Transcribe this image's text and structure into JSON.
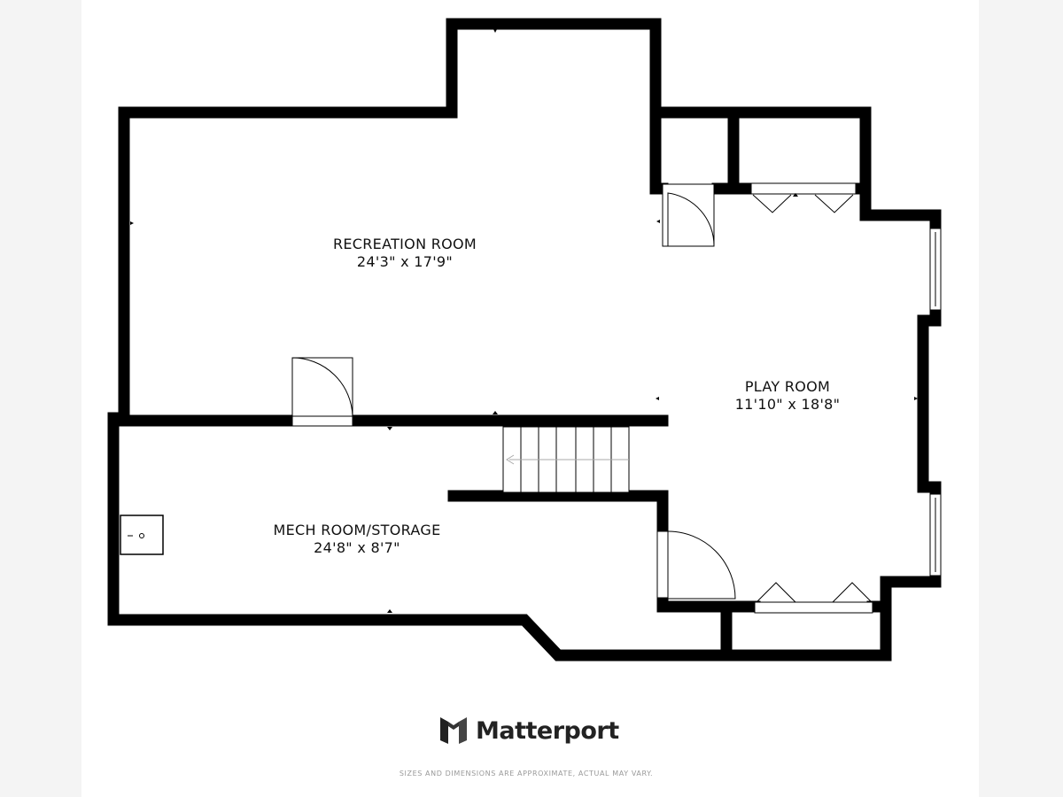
{
  "rooms": [
    {
      "name": "RECREATION ROOM",
      "dimensions": "24'3\" x 17'9\""
    },
    {
      "name": "PLAY ROOM",
      "dimensions": "11'10\" x 18'8\""
    },
    {
      "name": "MECH ROOM/STORAGE",
      "dimensions": "24'8\" x 8'7\""
    }
  ],
  "brand": {
    "name": "Matterport"
  },
  "disclaimer": "SIZES AND DIMENSIONS ARE APPROXIMATE, ACTUAL MAY VARY.",
  "colors": {
    "wall": "#000000",
    "background": "#ffffff",
    "margin": "#f4f4f4"
  }
}
